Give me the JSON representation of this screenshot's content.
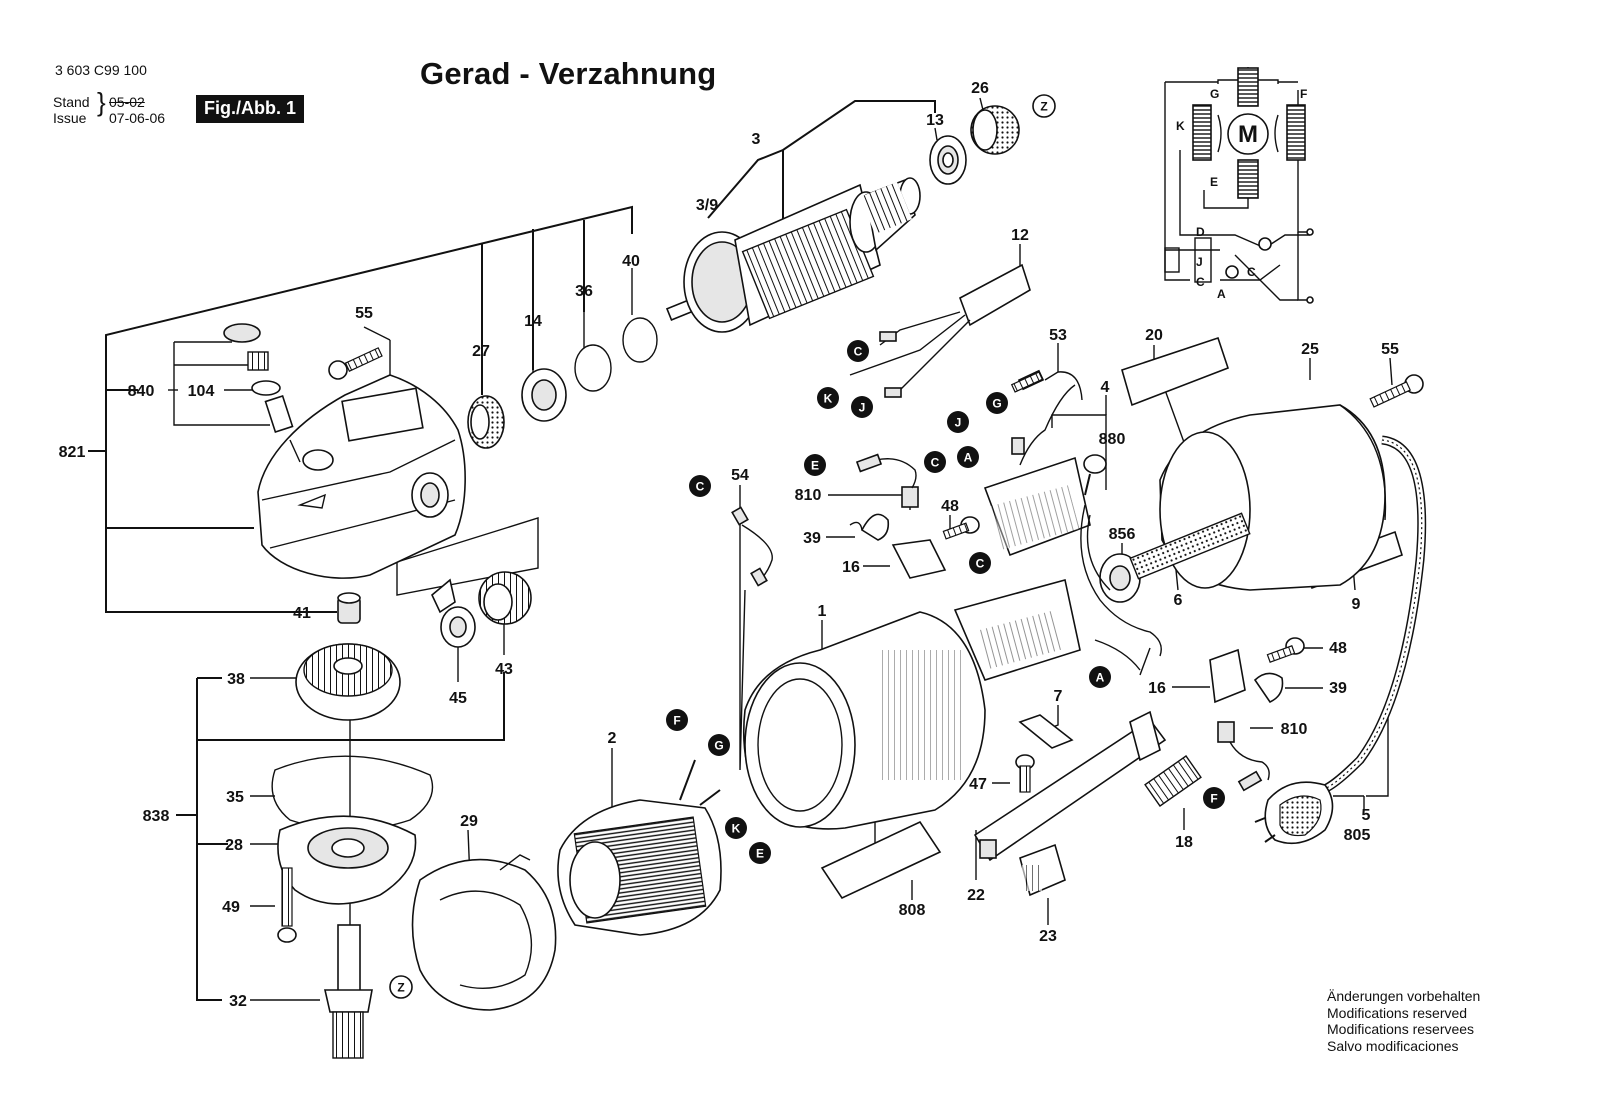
{
  "header": {
    "doc_number": "3 603 C99 100",
    "title": "Gerad - Verzahnung",
    "stand_label": "Stand",
    "issue_label": "Issue",
    "stand_value": "05-02",
    "issue_value": "07-06-06",
    "figure_label": "Fig./Abb. 1"
  },
  "notes": [
    "Änderungen vorbehalten",
    "Modifications reserved",
    "Modifications reservees",
    "Salvo modificaciones"
  ],
  "part_numbers": {
    "p3": "3",
    "p39a": "3/9",
    "p13": "13",
    "p26": "26",
    "p12": "12",
    "p27": "27",
    "p14": "14",
    "p36": "36",
    "p40": "40",
    "p55a": "55",
    "p840": "840",
    "p104": "104",
    "p821": "821",
    "p41": "41",
    "p38": "38",
    "p45": "45",
    "p43": "43",
    "p35": "35",
    "p838": "838",
    "p28": "28",
    "p49": "49",
    "p32": "32",
    "p29": "29",
    "p2": "2",
    "p54": "54",
    "p810a": "810",
    "p39b": "39",
    "p16a": "16",
    "p48a": "48",
    "p53": "53",
    "p4": "4",
    "p880": "880",
    "p856": "856",
    "p20": "20",
    "p25": "25",
    "p55b": "55",
    "p6": "6",
    "p9": "9",
    "p1": "1",
    "p7": "7",
    "p47": "47",
    "p22": "22",
    "p808": "808",
    "p23": "23",
    "p18": "18",
    "p48b": "48",
    "p39c": "39",
    "p16b": "16",
    "p810b": "810",
    "p5": "5",
    "p805": "805"
  },
  "connector_markers": {
    "c1": "C",
    "k1": "K",
    "j1": "J",
    "g1": "G",
    "j2": "J",
    "a1": "A",
    "c2": "C",
    "c3": "C",
    "e1": "E",
    "c4": "C",
    "a2": "A",
    "f1": "F",
    "g2": "G",
    "k2": "K",
    "e2": "E",
    "f2": "F"
  },
  "zone_markers": {
    "z1": "Z",
    "z2": "Z"
  },
  "schematic": {
    "motor": "M",
    "labels": {
      "g": "G",
      "f": "F",
      "k": "K",
      "e": "E",
      "d": "D",
      "j": "J",
      "c1": "C",
      "c2": "C",
      "a": "A"
    }
  },
  "icons": [
    "exploded-view-drawing",
    "circuit-schematic",
    "motor-symbol"
  ]
}
